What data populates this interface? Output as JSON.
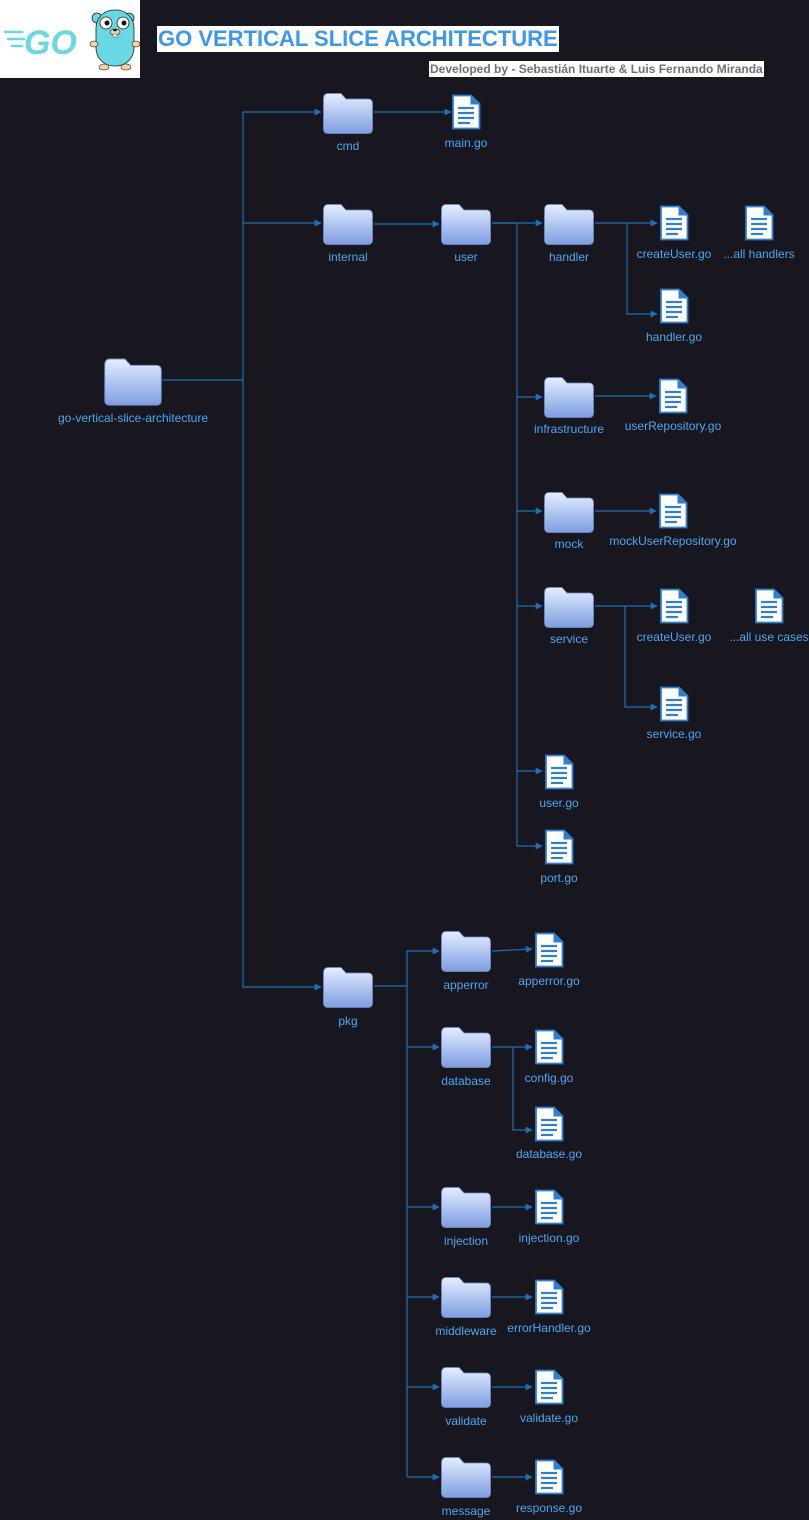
{
  "header": {
    "title": "GO VERTICAL SLICE ARCHITECTURE",
    "subtitle": "Developed by - Sebastián Ituarte & Luis Fernando Miranda",
    "logo_text": "GO"
  },
  "colors": {
    "background": "#18161e",
    "line": "#1f6fb5",
    "label": "#4ea7f2",
    "title": "#3d97ea",
    "folder_top": "#e3eeff",
    "folder_bottom": "#7f9ee0",
    "file_fill": "#ffffff",
    "file_stroke": "#2f7fce"
  },
  "tree": {
    "root": "go-vertical-slice-architecture",
    "cmd": {
      "name": "cmd",
      "files": [
        "main.go"
      ]
    },
    "internal": {
      "name": "internal",
      "user": {
        "name": "user",
        "handler": {
          "name": "handler",
          "files": [
            "createUser.go",
            "...all handlers",
            "handler.go"
          ]
        },
        "infrastructure": {
          "name": "infrastructure",
          "files": [
            "userRepository.go"
          ]
        },
        "mock": {
          "name": "mock",
          "files": [
            "mockUserRepository.go"
          ]
        },
        "service": {
          "name": "service",
          "files": [
            "createUser.go",
            "...all use cases",
            "service.go"
          ]
        },
        "files": [
          "user.go",
          "port.go"
        ]
      }
    },
    "pkg": {
      "name": "pkg",
      "apperror": {
        "name": "apperror",
        "files": [
          "apperror.go"
        ]
      },
      "database": {
        "name": "database",
        "files": [
          "config.go",
          "database.go"
        ]
      },
      "injection": {
        "name": "injection",
        "files": [
          "injection.go"
        ]
      },
      "middleware": {
        "name": "middleware",
        "files": [
          "errorHandler.go"
        ]
      },
      "validate": {
        "name": "validate",
        "files": [
          "validate.go"
        ]
      },
      "message": {
        "name": "message",
        "files": [
          "response.go"
        ]
      }
    }
  }
}
